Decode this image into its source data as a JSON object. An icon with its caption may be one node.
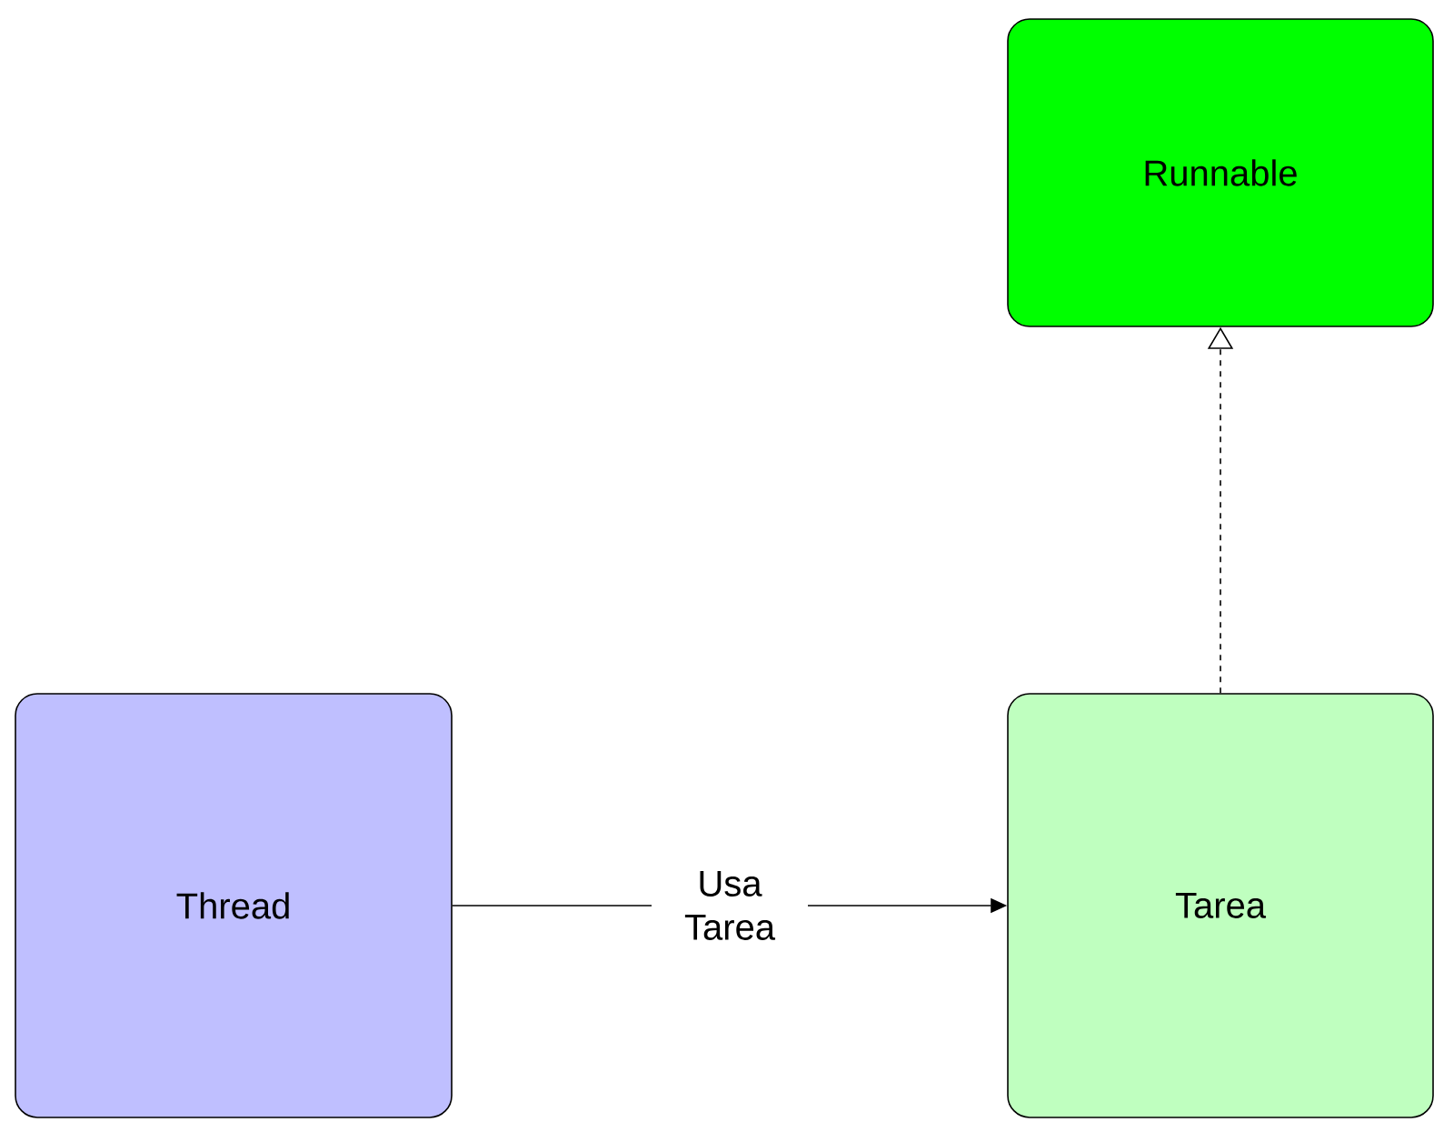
{
  "diagram": {
    "nodes": [
      {
        "text": [
          "Runnable"
        ]
      },
      {
        "text": [
          "Thread"
        ]
      },
      {
        "text": [
          "Tarea"
        ]
      }
    ],
    "edges": [
      {
        "from": 1,
        "to": 2,
        "arrow": "to",
        "label": "Usa Tarea"
      },
      {
        "from": 2,
        "to": 0,
        "arrow": "to",
        "style": "dashed"
      }
    ]
  }
}
